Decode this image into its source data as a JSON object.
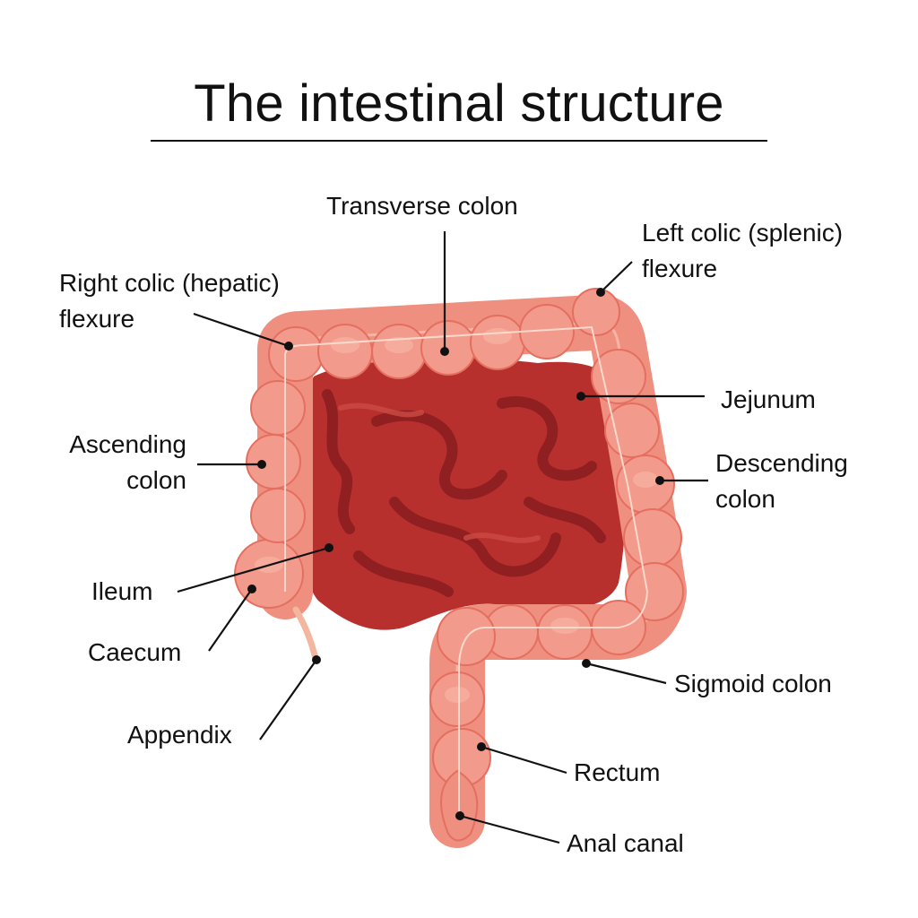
{
  "title": "The intestinal structure",
  "labels": {
    "transverse_colon": "Transverse colon",
    "left_flexure": [
      "Left colic (splenic)",
      "flexure"
    ],
    "right_flexure": [
      "Right colic (hepatic)",
      "flexure"
    ],
    "jejunum": "Jejunum",
    "ascending_colon": [
      "Ascending",
      "colon"
    ],
    "descending_colon": [
      "Descending",
      "colon"
    ],
    "ileum": "Ileum",
    "caecum": "Caecum",
    "appendix": "Appendix",
    "sigmoid_colon": "Sigmoid colon",
    "rectum": "Rectum",
    "anal_canal": "Anal canal"
  },
  "colors": {
    "colon": "#ef8f80",
    "colon_highlight": "#f7b4a4",
    "colon_edge": "#e46f60",
    "small_intestine": "#b8302d",
    "small_intestine_dark": "#8f1f20",
    "small_intestine_light": "#cc4b44",
    "appendix": "#f3b7a0",
    "leader": "#111111"
  }
}
